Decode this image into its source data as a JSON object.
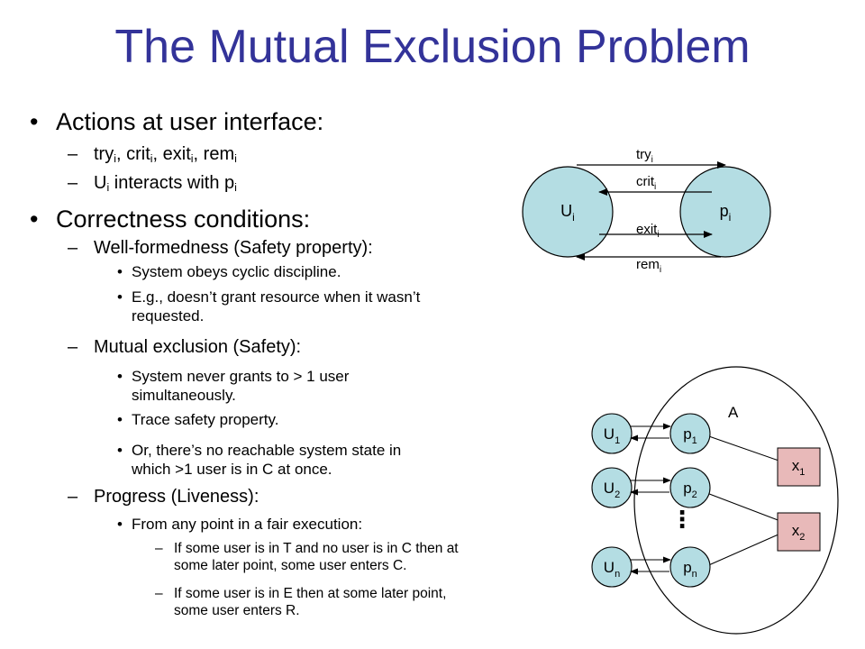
{
  "title": "The Mutual Exclusion Problem",
  "bullets": [
    {
      "level": 1,
      "parts": [
        {
          "t": "Actions at user interface:"
        }
      ]
    },
    {
      "level": 2,
      "parts": [
        {
          "t": "try"
        },
        {
          "t": "i",
          "sub": true
        },
        {
          "t": ", crit"
        },
        {
          "t": "i",
          "sub": true
        },
        {
          "t": ", exit"
        },
        {
          "t": "i",
          "sub": true
        },
        {
          "t": ", rem"
        },
        {
          "t": "i",
          "sub": true
        }
      ]
    },
    {
      "level": 2,
      "parts": [
        {
          "t": "U"
        },
        {
          "t": "i",
          "sub": true
        },
        {
          "t": " interacts with p"
        },
        {
          "t": "i",
          "sub": true
        }
      ]
    },
    {
      "level": 1,
      "parts": [
        {
          "t": "Correctness conditions:"
        }
      ]
    },
    {
      "level": 2,
      "parts": [
        {
          "t": "Well-formedness (Safety property):"
        }
      ]
    },
    {
      "level": 3,
      "parts": [
        {
          "t": "System obeys cyclic discipline."
        }
      ]
    },
    {
      "level": 3,
      "parts": [
        {
          "t": "E.g., doesn’t grant resource when it wasn’t"
        }
      ],
      "cont": "requested."
    },
    {
      "level": 2,
      "parts": [
        {
          "t": "Mutual exclusion (Safety):"
        }
      ]
    },
    {
      "level": 3,
      "parts": [
        {
          "t": "System never grants to > 1 user"
        }
      ],
      "cont": "simultaneously."
    },
    {
      "level": 3,
      "parts": [
        {
          "t": "Trace safety property."
        }
      ]
    },
    {
      "level": 3,
      "parts": [
        {
          "t": "Or, there’s no reachable system state in"
        }
      ],
      "cont": "which >1 user is in C at once."
    },
    {
      "level": 2,
      "parts": [
        {
          "t": "Progress (Liveness):"
        }
      ]
    },
    {
      "level": 3,
      "parts": [
        {
          "t": "From any point in a fair execution:"
        }
      ]
    },
    {
      "level": 4,
      "parts": [
        {
          "t": "If some user is in T and no user is in C then at"
        }
      ],
      "cont": "some later point, some user enters C."
    },
    {
      "level": 4,
      "parts": [
        {
          "t": "If some user is in E then at some later point,"
        }
      ],
      "cont": "some user enters R."
    }
  ],
  "diagram1": {
    "user": {
      "main": "U",
      "sub": "i"
    },
    "process": {
      "main": "p",
      "sub": "i"
    },
    "arrows": [
      {
        "main": "try",
        "sub": "i"
      },
      {
        "main": "crit",
        "sub": "i"
      },
      {
        "main": "exit",
        "sub": "i"
      },
      {
        "main": "rem",
        "sub": "i"
      }
    ]
  },
  "diagram2": {
    "label": "A",
    "users": [
      {
        "main": "U",
        "sub": "1"
      },
      {
        "main": "U",
        "sub": "2"
      },
      {
        "main": "U",
        "sub": "n"
      }
    ],
    "processes": [
      {
        "main": "p",
        "sub": "1"
      },
      {
        "main": "p",
        "sub": "2"
      },
      {
        "main": "p",
        "sub": "n"
      }
    ],
    "variables": [
      {
        "main": "x",
        "sub": "1"
      },
      {
        "main": "x",
        "sub": "2"
      }
    ],
    "ellipsis": "⋮"
  },
  "colors": {
    "title": "#333399",
    "node_fill": "#b4dde3",
    "variable_fill": "#e8b9b9",
    "stroke": "#000000"
  }
}
